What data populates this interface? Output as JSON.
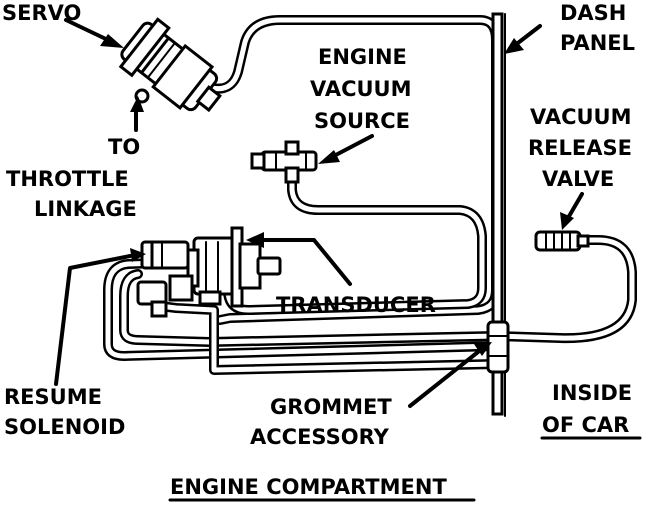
{
  "labels": {
    "servo": "SERVO",
    "to": "TO",
    "throttle": "THROTTLE",
    "linkage": "LINKAGE",
    "engine": "ENGINE",
    "vacuum": "VACUUM",
    "source": "SOURCE",
    "dash": "DASH",
    "panel": "PANEL",
    "vacuum_r": "VACUUM",
    "release": "RELEASE",
    "valve": "VALVE",
    "transducer": "TRANSDUCER",
    "resume": "RESUME",
    "solenoid": "SOLENOID",
    "grommet": "GROMMET",
    "accessory": "ACCESSORY",
    "inside": "INSIDE",
    "of_car": "OF CAR",
    "engine_compartment": "ENGINE COMPARTMENT"
  },
  "colors": {
    "ink": "#000000",
    "paper": "#ffffff"
  }
}
